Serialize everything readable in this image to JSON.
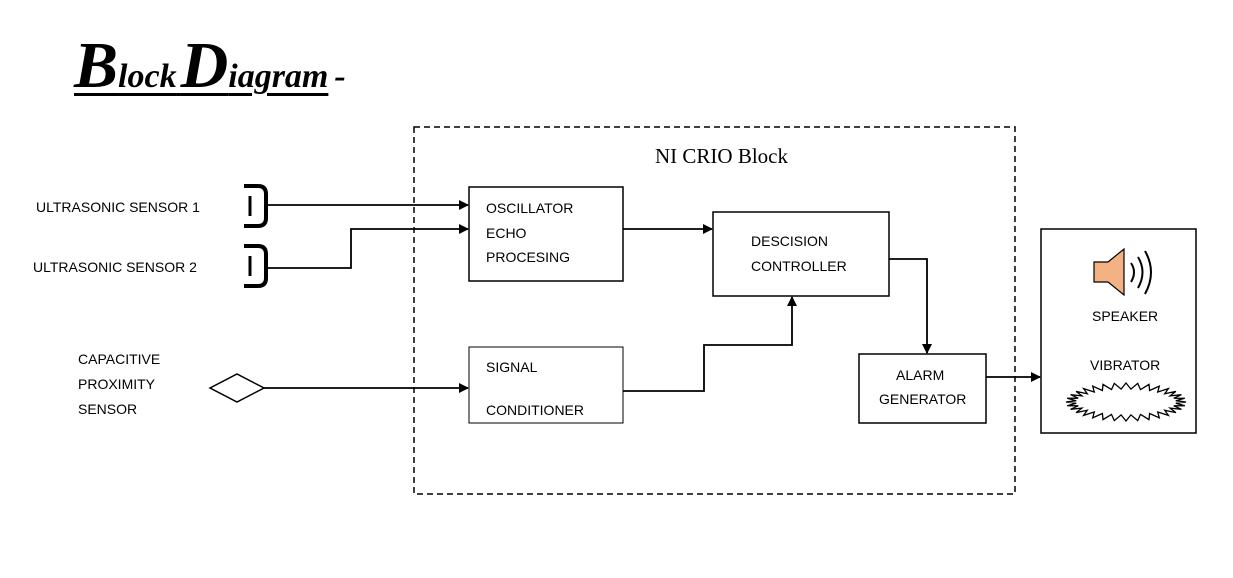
{
  "title": {
    "first_cap": "B",
    "first_rest": "lock",
    "second_cap": "D",
    "second_rest": "iagram",
    "suffix": "-"
  },
  "nicrio_label": "NI CRIO Block",
  "inputs": {
    "sensor1": "ULTRASONIC SENSOR 1",
    "sensor2": "ULTRASONIC SENSOR 2",
    "capacitive": [
      "CAPACITIVE",
      "PROXIMITY",
      "SENSOR"
    ]
  },
  "blocks": {
    "oscillator": [
      "OSCILLATOR",
      "ECHO",
      "PROCESING"
    ],
    "decision": [
      "DESCISION",
      "CONTROLLER"
    ],
    "signal": [
      "SIGNAL",
      "CONDITIONER"
    ],
    "alarm": [
      "ALARM",
      "GENERATOR"
    ]
  },
  "outputs": {
    "speaker": "SPEAKER",
    "vibrator": "VIBRATOR"
  },
  "icons": {
    "speaker": "speaker-icon",
    "vibrator": "vibrator-icon",
    "ultrasonic": "ultrasonic-sensor-icon",
    "proximity": "proximity-sensor-icon"
  },
  "colors": {
    "speaker_fill": "#F4B183",
    "stroke": "#000000"
  }
}
